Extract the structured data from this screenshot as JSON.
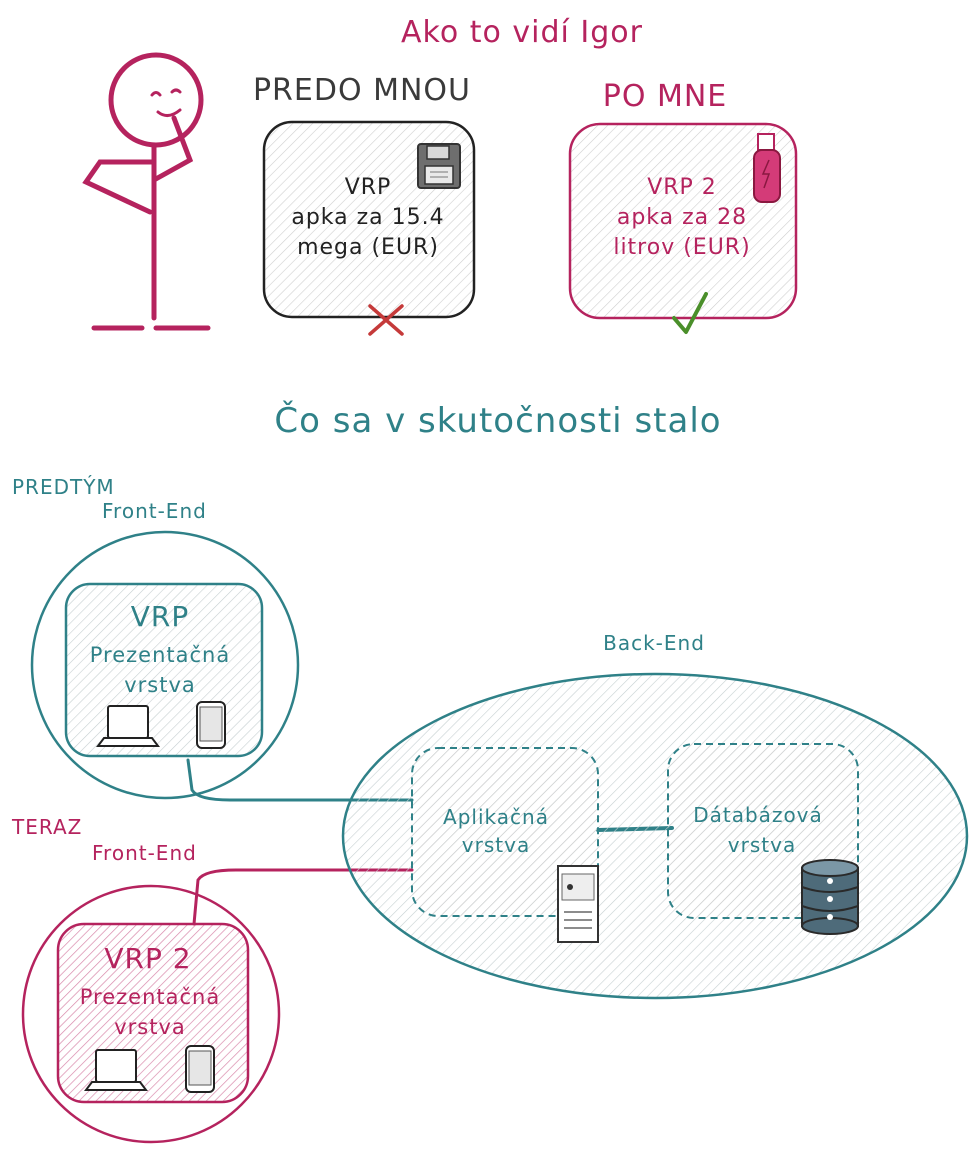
{
  "colors": {
    "magenta": "#b5235e",
    "magenta_light": "#e8a9c2",
    "teal": "#2f8188",
    "dark": "#3a3a3a",
    "green": "#4a8f2a",
    "red": "#c53a3a",
    "hatch": "#c8c8c8",
    "usb_pink": "#d43b78"
  },
  "top": {
    "title": "Ako to vidí Igor",
    "before_heading": "PREDO MNOU",
    "after_heading": "PO MNE",
    "before_card": {
      "line1": "VRP",
      "line2": "apka za 15.4",
      "line3": "mega (EUR)",
      "icon": "floppy-disk-icon",
      "mark": "cross-icon"
    },
    "after_card": {
      "line1": "VRP 2",
      "line2": "apka za 28",
      "line3": "litrov (EUR)",
      "icon": "usb-drive-icon",
      "mark": "checkmark-icon"
    }
  },
  "bottom": {
    "title": "Čo sa v skutočnosti stalo",
    "before": {
      "label": "PREDTÝM",
      "frontend_label": "Front-End",
      "app_name": "VRP",
      "layer_line1": "Prezentačná",
      "layer_line2": "vrstva"
    },
    "now": {
      "label": "TERAZ",
      "frontend_label": "Front-End",
      "app_name": "VRP 2",
      "layer_line1": "Prezentačná",
      "layer_line2": "vrstva"
    },
    "backend": {
      "label": "Back-End",
      "app_layer_line1": "Aplikačná",
      "app_layer_line2": "vrstva",
      "db_layer_line1": "Dátabázová",
      "db_layer_line2": "vrstva"
    }
  }
}
